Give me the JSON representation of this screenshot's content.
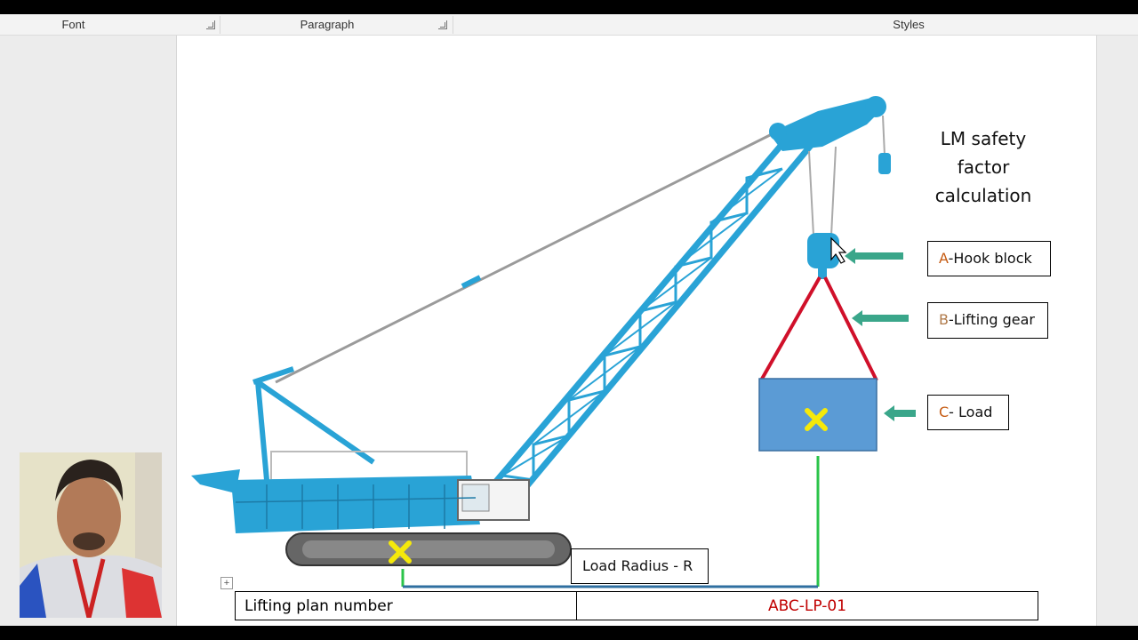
{
  "ribbon": {
    "groups": [
      {
        "label": "Font"
      },
      {
        "label": "Paragraph"
      },
      {
        "label": "Styles"
      }
    ]
  },
  "diagram": {
    "title": "LM safety factor calculation",
    "labels": [
      {
        "letter": "A",
        "text": "-Hook block"
      },
      {
        "letter": "B",
        "text": "-Lifting gear"
      },
      {
        "letter": "C",
        "text": "- Load"
      }
    ],
    "radius_label": "Load Radius - R"
  },
  "table": {
    "rows": [
      {
        "label": "Lifting plan number",
        "value": "ABC-LP-01"
      }
    ]
  },
  "colors": {
    "crane": "#29a3d6",
    "arrow": "#3aa68a",
    "sling": "#d0102a",
    "load": "#5b9bd5",
    "marker": "#f5e90a",
    "radius_line": "#2bc44a",
    "value_red": "#c00000"
  },
  "icons": {
    "cursor": "move-cursor-icon",
    "table_handle": "table-move-handle-icon"
  }
}
